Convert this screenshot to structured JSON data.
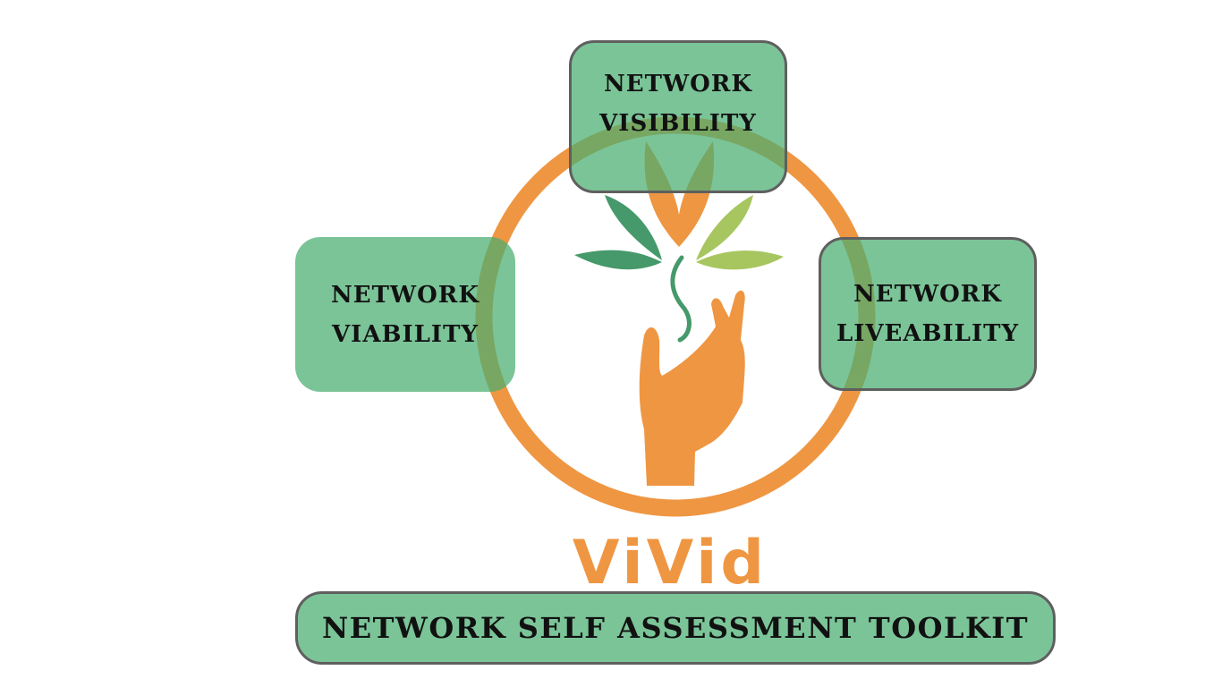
{
  "logo": {
    "wordmark": "ViVid",
    "orange": "#ef9642",
    "dark_green": "#45996a",
    "light_green": "#a7c660"
  },
  "boxes": {
    "visibility": [
      "NETWORK",
      "VISIBILITY"
    ],
    "viability": [
      "NETWORK",
      "VIABILITY"
    ],
    "liveability": [
      "NETWORK",
      "LIVEABILITY"
    ],
    "toolkit": "NETWORK SELF ASSESSMENT TOOLKIT"
  }
}
